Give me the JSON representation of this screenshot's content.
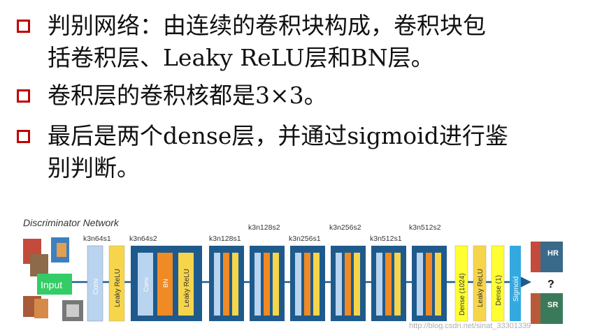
{
  "slide": {
    "bullets": [
      {
        "lines": [
          "判别网络：由连续的卷积块构成，卷积块包",
          "括卷积层、Leaky ReLU层和BN层。"
        ]
      },
      {
        "lines": [
          "卷积层的卷积核都是3×3。"
        ]
      },
      {
        "lines": [
          "最后是两个dense层，并通过sigmoid进行鉴",
          "别判断。"
        ]
      }
    ]
  },
  "diagram": {
    "title": "Discriminator Network",
    "input_label": "Input",
    "block_labels": {
      "first": "k3n64s1",
      "block1": "k3n64s2",
      "b2": "k3n128s1",
      "b3": "k3n128s2",
      "b4": "k3n256s1",
      "b5": "k3n256s2",
      "b6": "k3n512s1",
      "b7": "k3n512s2"
    },
    "layers": {
      "conv": "Conv",
      "leaky1": "Leaky ReLU",
      "conv2": "Conv",
      "bn": "BN",
      "leaky2": "Leaky ReLU",
      "dense1": "Dense (1024)",
      "leaky3": "Leaky ReLU",
      "dense2": "Dense (1)",
      "sigmoid": "Sigmoid"
    },
    "output": {
      "hr": "HR",
      "sr": "SR",
      "question": "?"
    },
    "watermark": "http://blog.csdn.net/sinat_33301339",
    "colors": {
      "blue": "#1f5a8c",
      "light_blue": "#b9d4ef",
      "yellow": "#f7d54a",
      "orange": "#f08a24",
      "bright_yellow": "#ffff33",
      "cyan": "#33a9e0",
      "green": "#33cc66"
    }
  }
}
